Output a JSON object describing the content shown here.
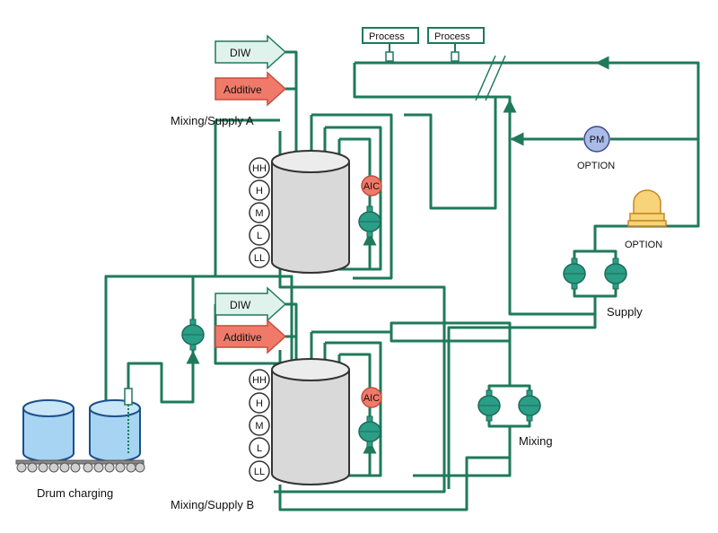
{
  "inputs": {
    "diw_label": "DIW",
    "additive_label": "Additive"
  },
  "process": {
    "left_label": "Process",
    "right_label": "Process"
  },
  "tanks": {
    "a_label": "Mixing/Supply A",
    "b_label": "Mixing/Supply B",
    "levels": [
      "HH",
      "H",
      "M",
      "L",
      "LL"
    ],
    "aic_label": "AIC"
  },
  "pm": {
    "badge": "PM",
    "caption": "OPTION"
  },
  "filter": {
    "caption": "OPTION"
  },
  "supply_label": "Supply",
  "mixing_label": "Mixing",
  "drum_label": "Drum charging",
  "colors": {
    "pipe": "#1e7a5a",
    "pump": "#2a9e86",
    "diw_fill": "#e0f2ec",
    "additive_fill": "#f07a6a",
    "tank_body": "#d9d9d9",
    "drum_fill": "#a6d4f2",
    "aic_fill": "#f07a6a",
    "pm_fill": "#aabbe8",
    "filter_fill": "#f7d37a"
  }
}
